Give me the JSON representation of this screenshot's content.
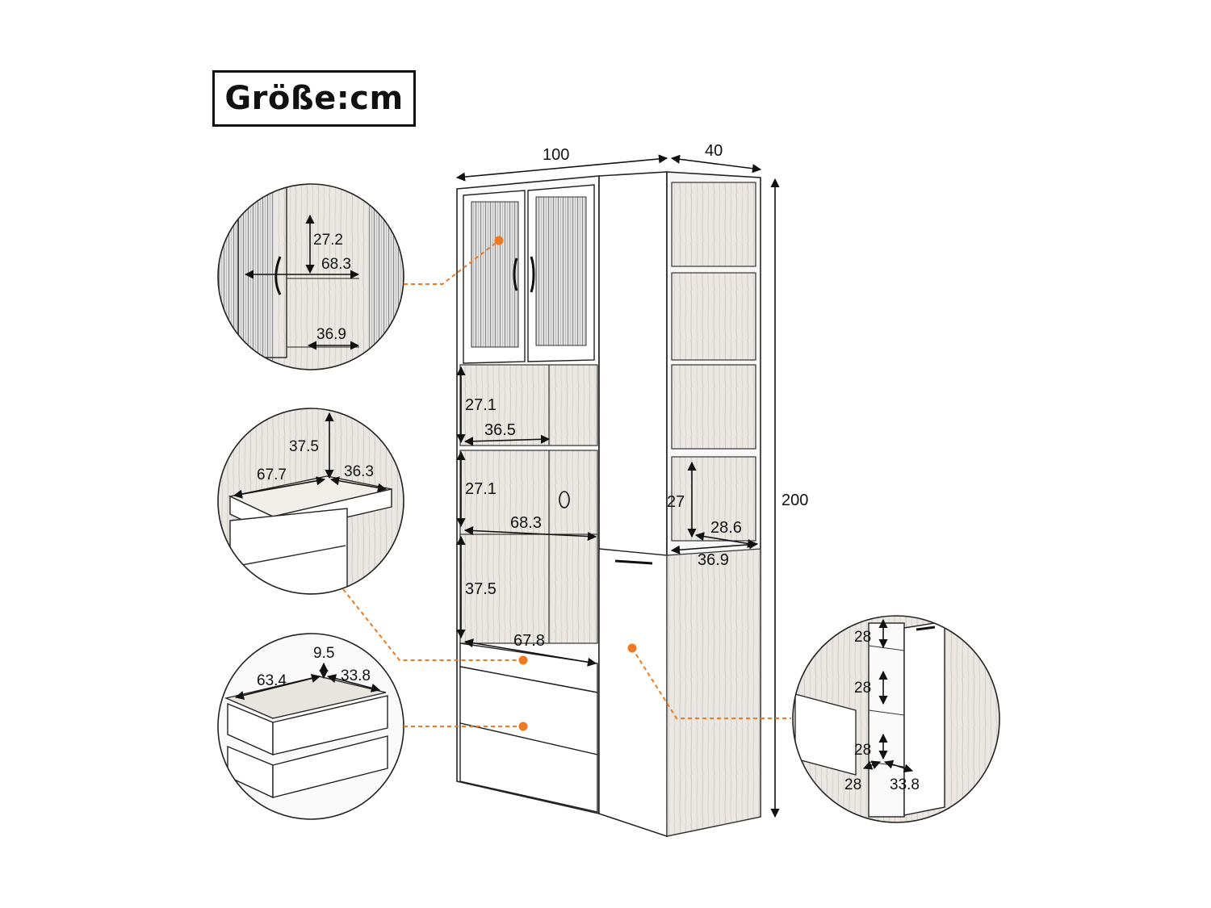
{
  "title": "Größe:cm",
  "colors": {
    "accent": "#f07a22",
    "line": "#111111",
    "wood": "#e6e2dc"
  },
  "overall": {
    "width": "100",
    "depth": "40",
    "height": "200"
  },
  "cabinet": {
    "shelf1_height": "27.1",
    "shelf1_depth": "36.5",
    "shelf2_height": "27.1",
    "shelf2_width": "68.3",
    "shelf3_height": "37.5",
    "shelf3_width": "67.8",
    "side_height": "27",
    "side_width": "28.6",
    "side_depth": "36.9"
  },
  "detail_glass": {
    "height": "27.2",
    "width": "68.3",
    "depth": "36.9"
  },
  "detail_pullout": {
    "height": "37.5",
    "width": "67.7",
    "depth": "36.3"
  },
  "detail_drawer": {
    "height": "9.5",
    "width": "63.4",
    "depth": "33.8"
  },
  "detail_side": {
    "shelf1": "28",
    "shelf2": "28",
    "shelf3": "28",
    "width": "28",
    "depth": "33.8"
  }
}
